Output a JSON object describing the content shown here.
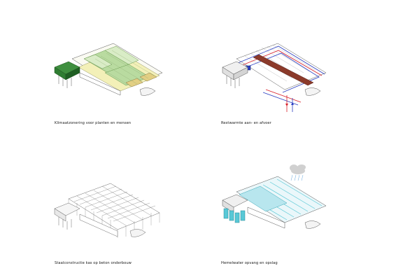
{
  "panels": [
    {
      "id": "climate-zoning",
      "caption": "Klimaatzonering voor planten en mensen"
    },
    {
      "id": "residual-heat",
      "caption": "Restwarmte aan- en afvoer"
    },
    {
      "id": "steel-structure",
      "caption": "Staalconstructie kas op beton onderbouw"
    },
    {
      "id": "rainwater",
      "caption": "Hemelwater opvang en opslag"
    }
  ],
  "colors": {
    "outline": "#555555",
    "zone_green": "#b9dba0",
    "zone_light_green": "#d9ecc6",
    "zone_dark_green": "#2f7d32",
    "zone_yellow": "#f3f0b8",
    "zone_amber": "#e2cf83",
    "heat_red": "#d8202a",
    "heat_blue": "#2a3fc2",
    "heat_brown": "#8b3a2a",
    "water_cyan": "#58c8d6",
    "water_light": "#b8e6ee",
    "cloud_grey": "#d0d0d0",
    "rain_blue": "#3b8fd6"
  }
}
